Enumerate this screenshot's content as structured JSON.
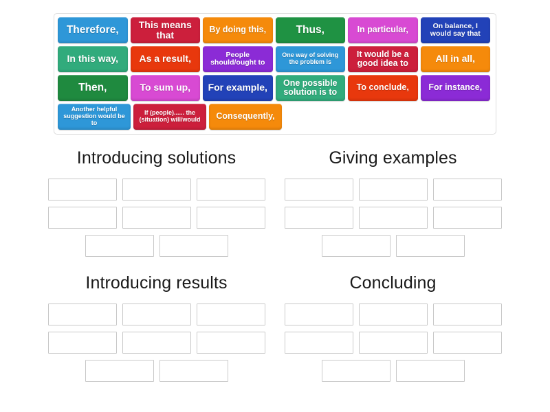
{
  "activity": {
    "type": "drag-and-drop-group-sort",
    "tile_bank": {
      "name": "word-tile-bank",
      "rows": [
        [
          {
            "text": "Therefore,",
            "color": "#2e97d8",
            "size": "t-xl"
          },
          {
            "text": "This means that",
            "color": "#cc1f3c",
            "size": "t-lg"
          },
          {
            "text": "By doing this,",
            "color": "#f58a0b",
            "size": "t-md"
          },
          {
            "text": "Thus,",
            "color": "#1f9243",
            "size": "t-xl"
          },
          {
            "text": "In particular,",
            "color": "#d84ad3",
            "size": "t-md"
          },
          {
            "text": "On balance, I would say that",
            "color": "#2242b8",
            "size": "t-sm"
          }
        ],
        [
          {
            "text": "In this way,",
            "color": "#31ab7c",
            "size": "t-lg"
          },
          {
            "text": "As a result,",
            "color": "#e8380d",
            "size": "t-lg"
          },
          {
            "text": "People should/ought to",
            "color": "#8b2bd6",
            "size": "t-sm"
          },
          {
            "text": "One way of solving the problem is",
            "color": "#2e97d8",
            "size": "t-xs"
          },
          {
            "text": "It would be a good idea to",
            "color": "#cc1f3c",
            "size": "t-md"
          },
          {
            "text": "All in all,",
            "color": "#f58a0b",
            "size": "t-lg"
          }
        ],
        [
          {
            "text": "Then,",
            "color": "#1f8a3f",
            "size": "t-xl"
          },
          {
            "text": "To sum up,",
            "color": "#d84ad3",
            "size": "t-lg"
          },
          {
            "text": "For example,",
            "color": "#2242b8",
            "size": "t-lg"
          },
          {
            "text": "One possible solution is to",
            "color": "#31ab7c",
            "size": "t-md"
          },
          {
            "text": "To conclude,",
            "color": "#e8380d",
            "size": "t-md"
          },
          {
            "text": "For instance,",
            "color": "#8b2bd6",
            "size": "t-md"
          }
        ],
        [
          {
            "text": "Another helpful suggestion would be to",
            "color": "#2e97d8",
            "size": "t-xs"
          },
          {
            "text": "If (people)...... the (situation) will/would",
            "color": "#cc1f3c",
            "size": "t-xs"
          },
          {
            "text": "Consequently,",
            "color": "#f58a0b",
            "size": "t-md"
          }
        ]
      ]
    },
    "groups": [
      {
        "title": "Introducing solutions",
        "slot_rows": [
          3,
          3,
          2
        ]
      },
      {
        "title": "Giving examples",
        "slot_rows": [
          3,
          3,
          2
        ]
      },
      {
        "title": "Introducing results",
        "slot_rows": [
          3,
          3,
          2
        ]
      },
      {
        "title": "Concluding",
        "slot_rows": [
          3,
          3,
          2
        ]
      }
    ]
  }
}
